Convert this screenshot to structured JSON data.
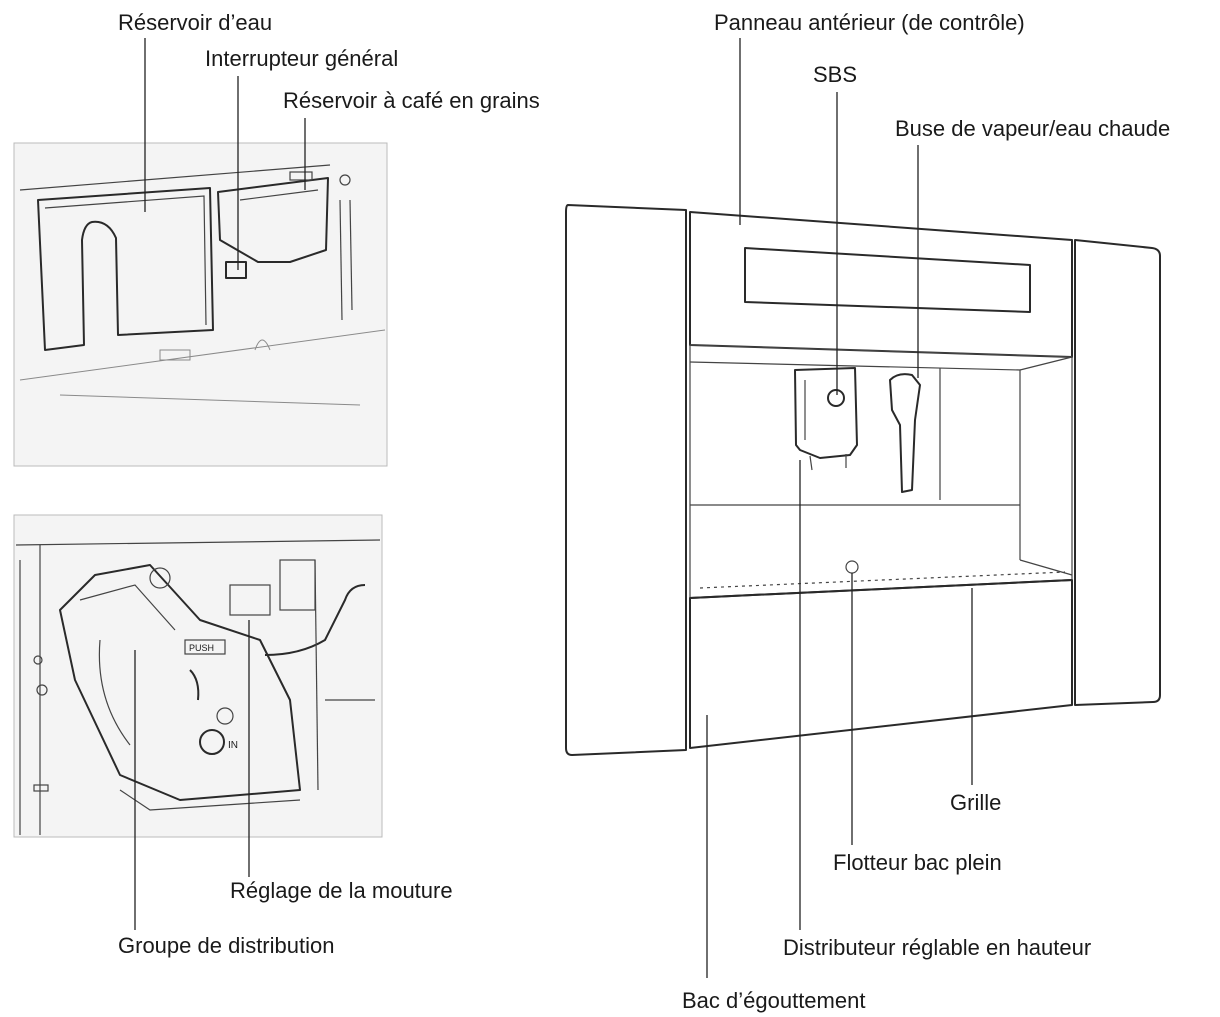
{
  "labels": {
    "reservoir_eau": "Réservoir d’eau",
    "interrupteur_general": "Interrupteur général",
    "reservoir_cafe": "Réservoir à café en grains",
    "reglage_mouture": "Réglage de la mouture",
    "groupe_distribution": "Groupe de distribution",
    "panneau_anterieur": "Panneau antérieur (de contrôle)",
    "sbs": "SBS",
    "buse_vapeur": "Buse de vapeur/eau chaude",
    "grille": "Grille",
    "flotteur": "Flotteur bac plein",
    "distributeur": "Distributeur réglable en hauteur",
    "bac_egouttement": "Bac d’égouttement"
  },
  "figure_text": {
    "push_label": "PUSH",
    "in_label": "IN"
  }
}
